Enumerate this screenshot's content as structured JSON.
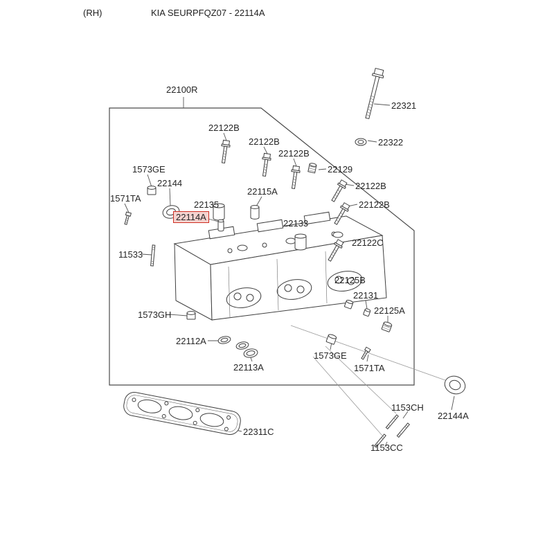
{
  "header": {
    "side_label": "(RH)",
    "title": "KIA SEURPFQZ07 - 22114A"
  },
  "highlight": {
    "part": "22114A",
    "border_color": "#cf2e22",
    "fill_color": "#f5d3cf"
  },
  "labels": [
    {
      "text": "22100R"
    },
    {
      "text": "22321"
    },
    {
      "text": "22322"
    },
    {
      "text": "22122B"
    },
    {
      "text": "22122B"
    },
    {
      "text": "22122B"
    },
    {
      "text": "22129"
    },
    {
      "text": "1573GE"
    },
    {
      "text": "22144"
    },
    {
      "text": "22122B"
    },
    {
      "text": "1571TA"
    },
    {
      "text": "22135"
    },
    {
      "text": "22115A"
    },
    {
      "text": "22122B"
    },
    {
      "text": "22114A"
    },
    {
      "text": "22133"
    },
    {
      "text": "22122C"
    },
    {
      "text": "11533"
    },
    {
      "text": "22125B"
    },
    {
      "text": "22131"
    },
    {
      "text": "22125A"
    },
    {
      "text": "1573GH"
    },
    {
      "text": "22112A"
    },
    {
      "text": "1573GE"
    },
    {
      "text": "22113A"
    },
    {
      "text": "1571TA"
    },
    {
      "text": "1153CH"
    },
    {
      "text": "22144A"
    },
    {
      "text": "22311C"
    },
    {
      "text": "1153CC"
    }
  ]
}
